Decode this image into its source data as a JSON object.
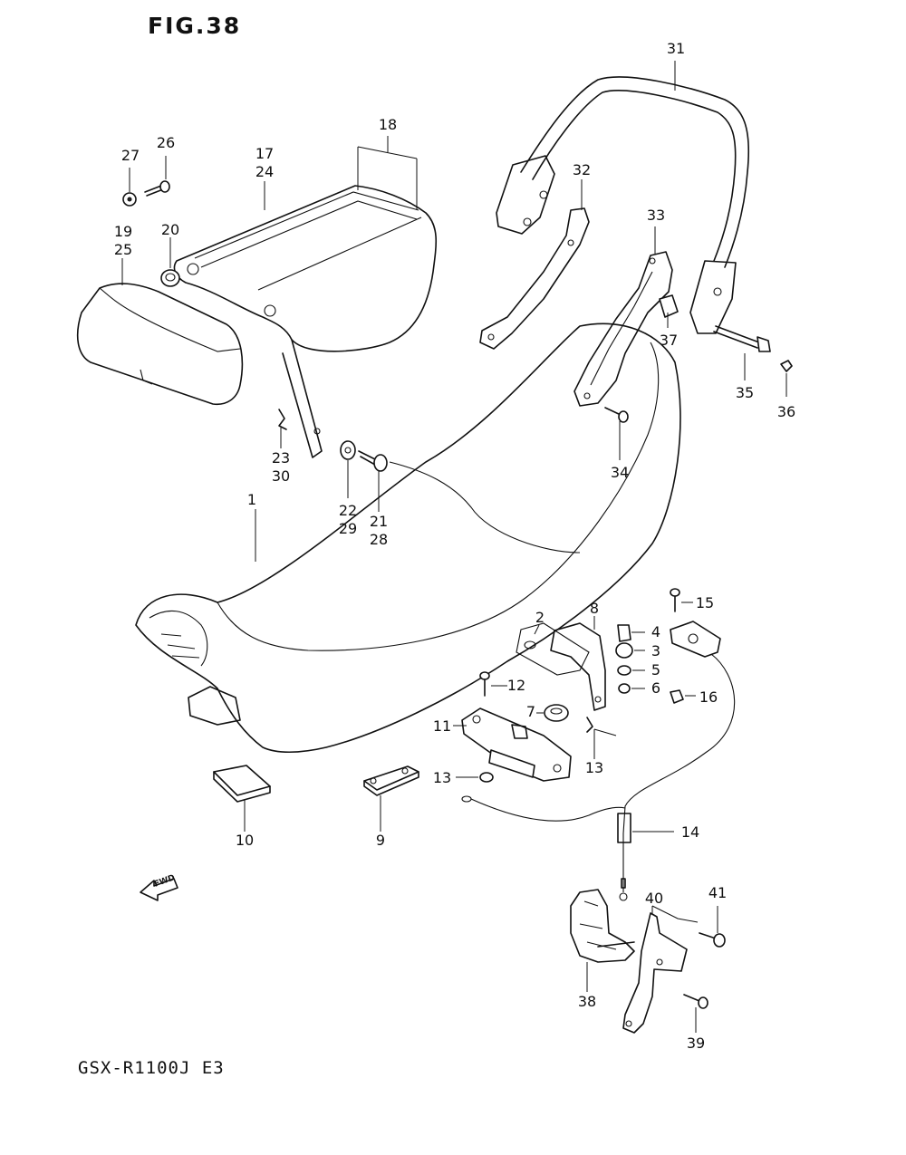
{
  "figure": {
    "title": "FIG.38",
    "model_code": "GSX-R1100J  E3",
    "fwd_label": "FWD"
  },
  "callouts": {
    "c1": "1",
    "c2": "2",
    "c3": "3",
    "c4": "4",
    "c5": "5",
    "c6": "6",
    "c7": "7",
    "c8": "8",
    "c9": "9",
    "c10": "10",
    "c11": "11",
    "c12": "12",
    "c13a": "13",
    "c13b": "13",
    "c14": "14",
    "c15": "15",
    "c16": "16",
    "c17": "17",
    "c18": "18",
    "c19": "19",
    "c20": "20",
    "c21": "21",
    "c22": "22",
    "c23": "23",
    "c24": "24",
    "c25": "25",
    "c26": "26",
    "c27": "27",
    "c28": "28",
    "c29": "29",
    "c30": "30",
    "c31": "31",
    "c32": "32",
    "c33": "33",
    "c34": "34",
    "c35": "35",
    "c36": "36",
    "c37": "37",
    "c38": "38",
    "c39": "39",
    "c40": "40",
    "c41": "41"
  }
}
